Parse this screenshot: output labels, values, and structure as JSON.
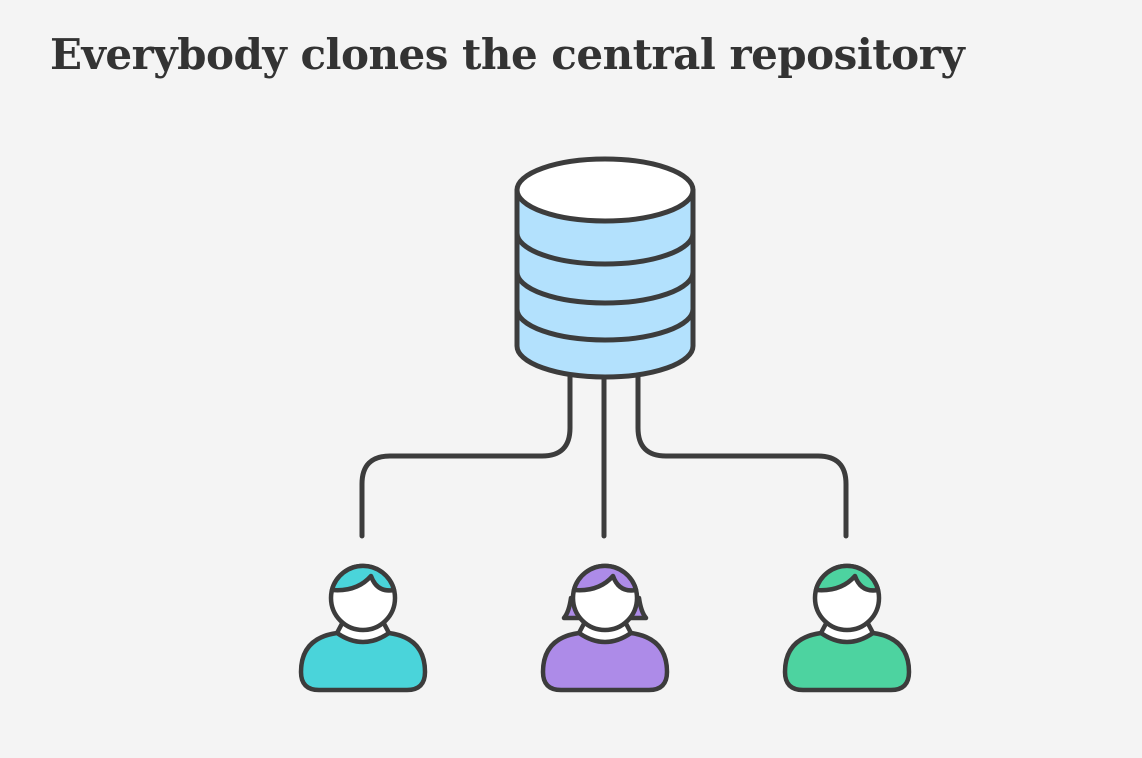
{
  "title": "Everybody clones the central repository",
  "colors": {
    "background": "#f4f4f4",
    "outline": "#3c3c3c",
    "database_fill": "#b3e1fd",
    "database_top": "#ffffff",
    "face": "#ffffff"
  },
  "repository": {
    "icon": "database-icon"
  },
  "users": [
    {
      "icon": "user-icon",
      "color": "#4ad4da",
      "hair": "short"
    },
    {
      "icon": "user-icon",
      "color": "#ad8be8",
      "hair": "long"
    },
    {
      "icon": "user-icon",
      "color": "#4dd3a0",
      "hair": "short"
    }
  ]
}
